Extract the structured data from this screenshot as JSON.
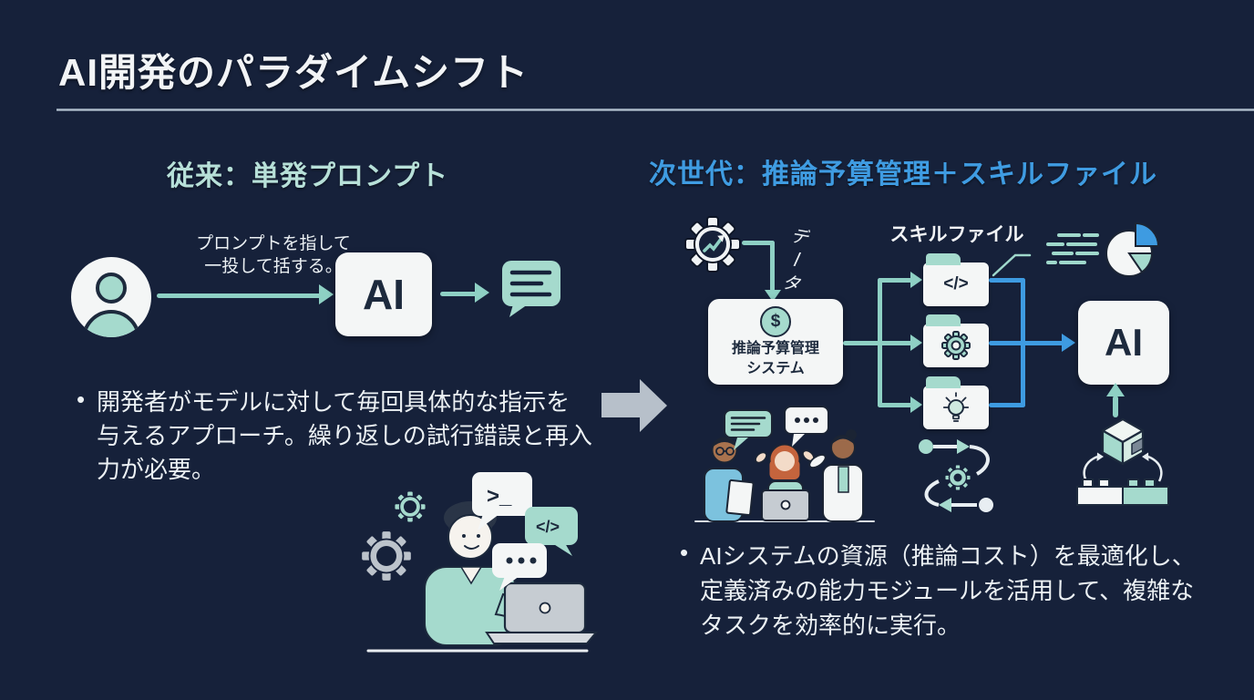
{
  "title": "AI開発のパラダイムシフト",
  "left": {
    "heading": "従来：単発プロンプト",
    "annotation_line1": "プロンプトを指して",
    "annotation_line2": "一投して括する。",
    "ai_label": "AI",
    "bullet_marker": "•",
    "bullet": "開発者がモデルに対して毎回具体的な指示を与えるアプローチ。繰り返しの試行錯誤と再入力が必要。",
    "terminal_glyph": ">_",
    "code_glyph": "</>"
  },
  "right": {
    "heading": "次世代：推論予算管理＋スキルファイル",
    "data_label": "データ",
    "budget_box": {
      "dollar": "$",
      "line1": "推論予算管理",
      "line2": "システム"
    },
    "skill_files_label": "スキルファイル",
    "folder_code_glyph": "</>",
    "ai_label": "AI",
    "bullet_marker": "•",
    "bullet": "AIシステムの資源（推論コスト）を最適化し、定義済みの能力モジュールを活用して、複雑なタスクを効率的に実行。"
  },
  "colors": {
    "background": "#16213A",
    "mint": "#A5DACD",
    "teal_arrow": "#8ED0C4",
    "blue_accent": "#3E9BE1",
    "heading_mint": "#B7E0D8",
    "heading_blue": "#3F9CE2",
    "card_white": "#F4F6F6",
    "dark_navy_text": "#1D2A3D",
    "gray_arrow": "#B7C0CA"
  }
}
